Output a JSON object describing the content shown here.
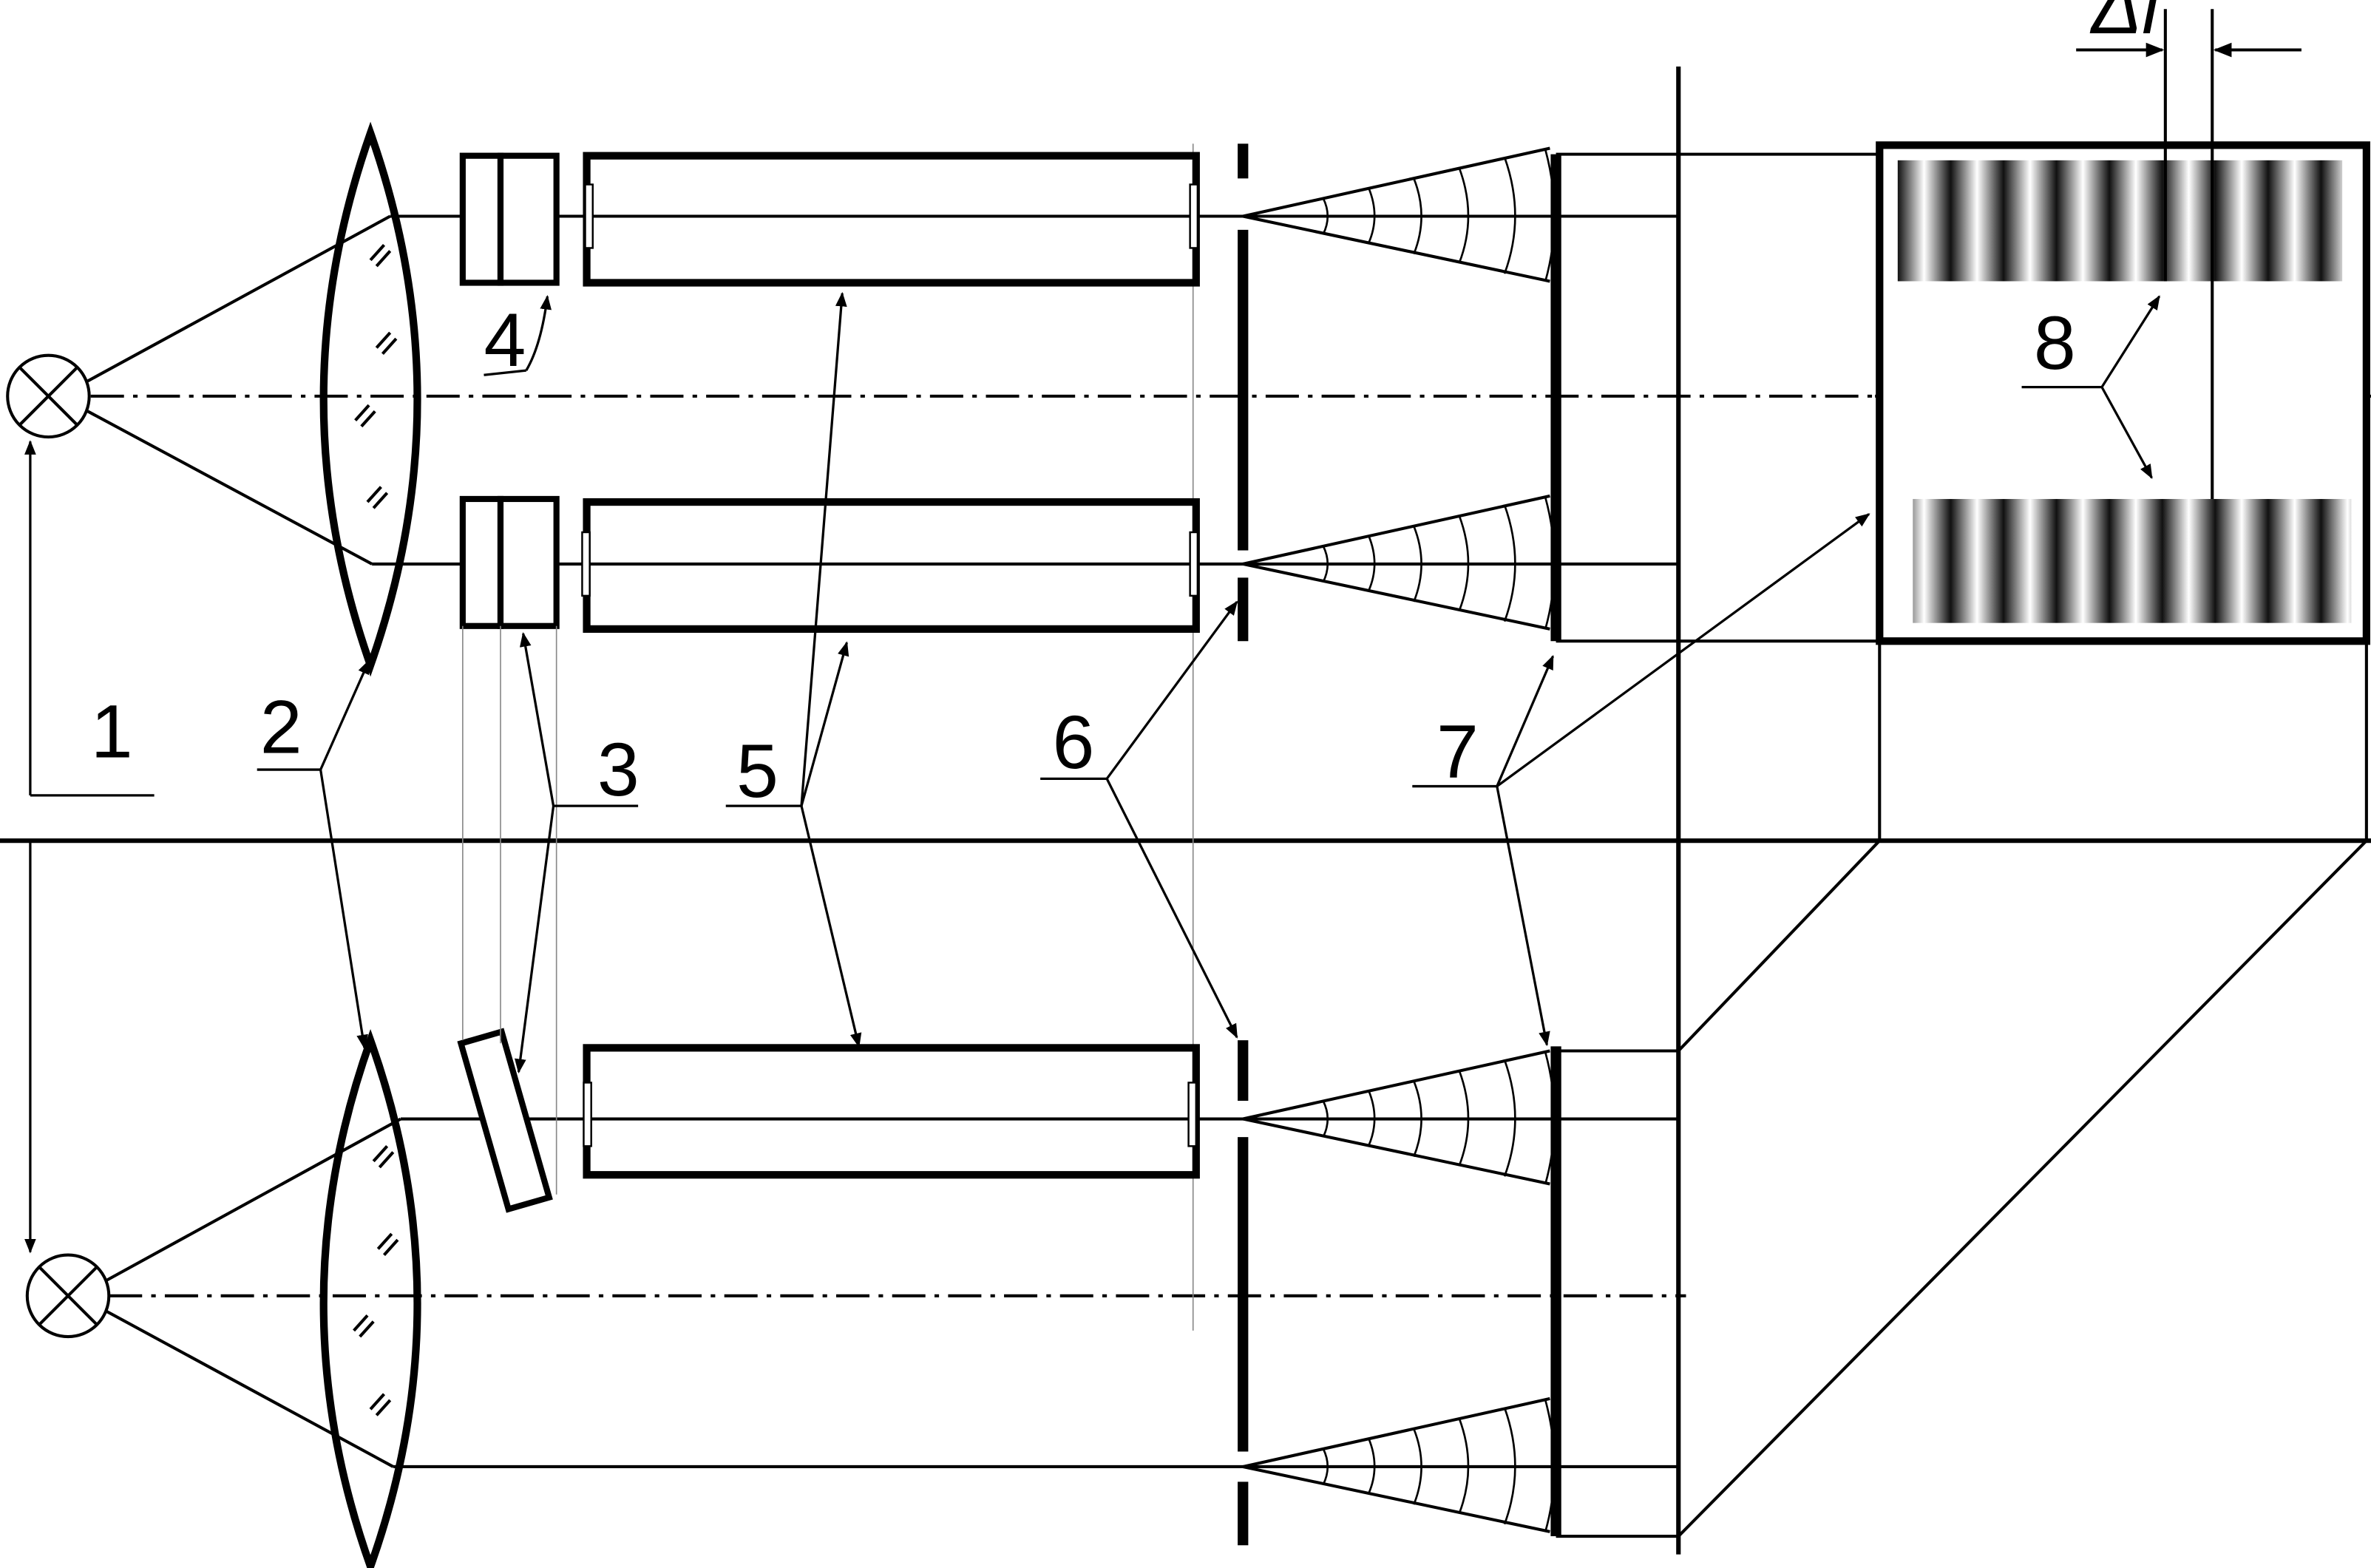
{
  "labels": {
    "source": "1",
    "lens": "2",
    "plate": "3",
    "compensator": "4",
    "cell": "5",
    "slit": "6",
    "screen": "7",
    "fringes": "8",
    "shift": "Δl"
  }
}
